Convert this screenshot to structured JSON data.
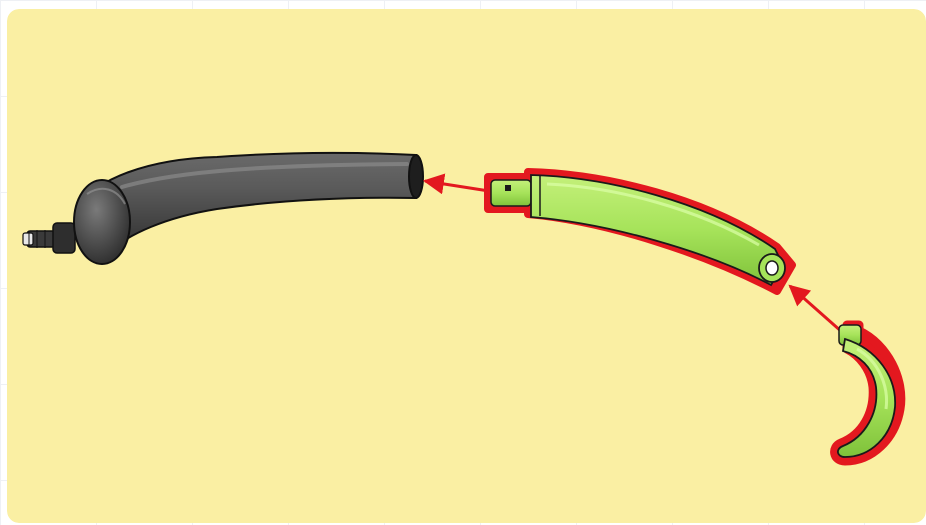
{
  "diagram": {
    "background_color": "#faefa3",
    "highlight_color": "#e3181f",
    "new_part_color": "#a6e35a",
    "existing_part_color": "#4a4a4a",
    "parts": [
      {
        "id": "pipe-body",
        "kind": "existing",
        "icon": "dark-curved-tube"
      },
      {
        "id": "middle-tube",
        "kind": "highlighted",
        "icon": "green-straight-tube"
      },
      {
        "id": "hook-end",
        "kind": "highlighted",
        "icon": "green-hook"
      }
    ],
    "arrows": [
      {
        "from": "middle-tube",
        "to": "pipe-body"
      },
      {
        "from": "hook-end",
        "to": "middle-tube"
      }
    ]
  }
}
